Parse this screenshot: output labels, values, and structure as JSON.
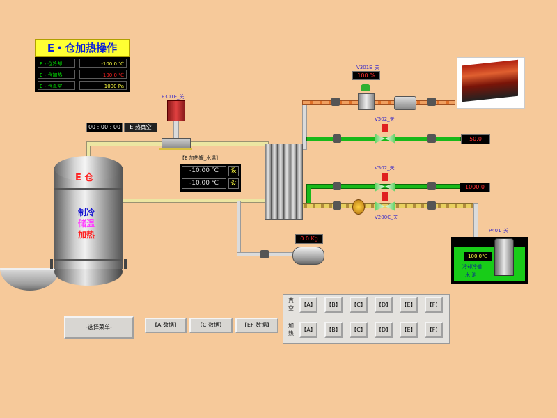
{
  "title": "E・仓加热操作",
  "params": [
    {
      "label": "E・仓冷却",
      "value": "-100.0 ℃"
    },
    {
      "label": "E・仓加热",
      "value": "-100.0 ℃"
    },
    {
      "label": "E・仓真空",
      "value": "1000 Pa"
    }
  ],
  "timer": {
    "time": "00 : 00 : 00",
    "label": "E 热真空"
  },
  "pump_p301": {
    "tag": "P301E_关"
  },
  "heat_panel": {
    "title": "【E 加热罐_水温】",
    "rows": [
      {
        "value": "-10.00 ℃",
        "button": "设"
      },
      {
        "value": "-10.00 ℃",
        "button": "设"
      }
    ]
  },
  "tank": {
    "name": "E 仓",
    "modes": [
      "制冷",
      "储温",
      "加热"
    ],
    "mode_colors": [
      "#1010d0",
      "#ff40ff",
      "#ff2020"
    ]
  },
  "valves": {
    "v301e": {
      "tag": "V301E_关",
      "value": "100 %"
    },
    "v502_top": {
      "tag": "V502_关",
      "readout": "50.0"
    },
    "v502_mid": {
      "tag": "V502_关",
      "readout": "1000.0"
    },
    "v200c": {
      "tag": "V200C_关"
    }
  },
  "receiver": {
    "readout": "0.0 Kg"
  },
  "pump_p401": {
    "tag": "P401_关"
  },
  "pool": {
    "temperature": "100.0℃",
    "label_1": "冷却冷循",
    "label_2": "水 池"
  },
  "menu": {
    "select_label": "-选择菜单-",
    "data_buttons": [
      "【A 数据】",
      "【C 数据】",
      "【EF 数据】"
    ]
  },
  "grid": {
    "row_labels": [
      [
        "真",
        "空"
      ],
      [
        "加",
        "热"
      ]
    ],
    "columns": [
      "【A】",
      "【B】",
      "【C】",
      "【D】",
      "【E】",
      "【F】"
    ]
  },
  "colors": {
    "background": "#f6c99a",
    "title_bg": "#ffff33",
    "title_text": "#0a20d8"
  }
}
